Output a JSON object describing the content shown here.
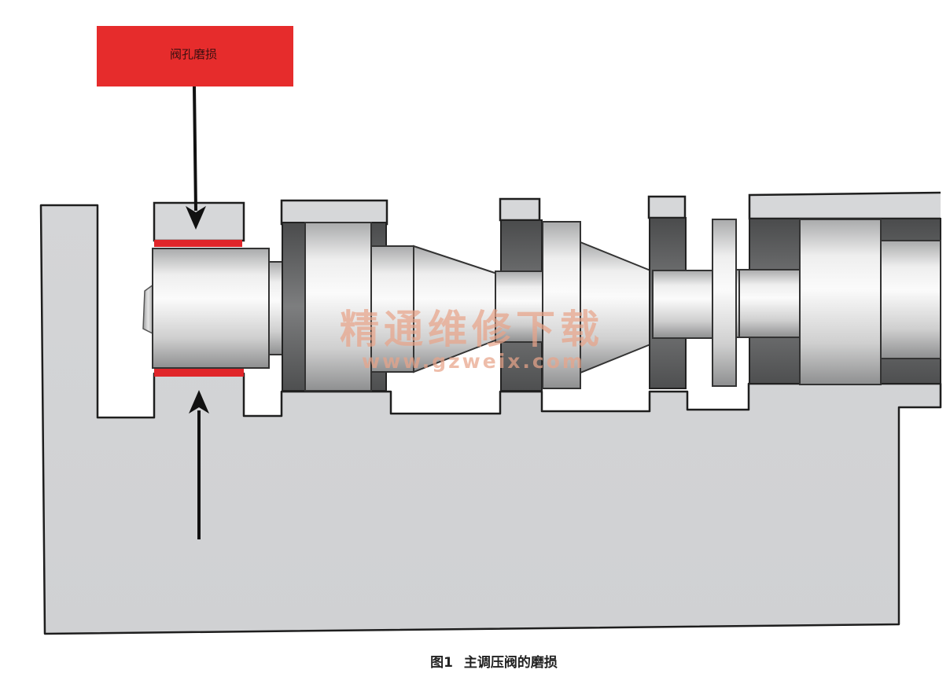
{
  "callout": {
    "text": "阀孔磨损",
    "color": "#e62c2c"
  },
  "wear_color": "#e0262a",
  "watermark": {
    "cn": "精通维修下载",
    "url": "www.gzweix.com"
  },
  "caption": {
    "fig_no": "图1",
    "title": "主调压阀的磨损"
  }
}
